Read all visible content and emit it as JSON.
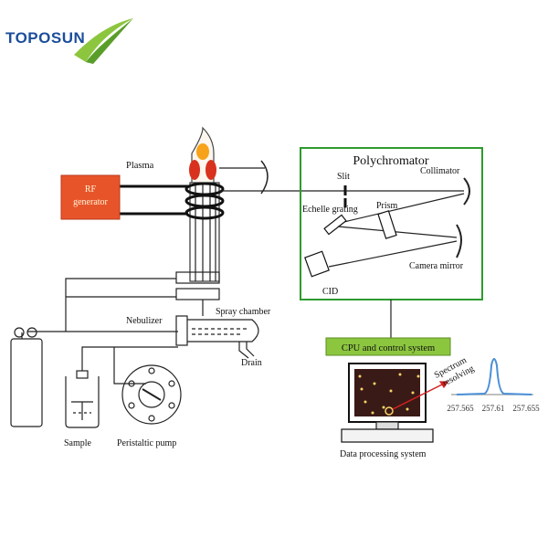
{
  "brand": {
    "name": "TOPOSUN",
    "accent": "#8cc63f",
    "text_color": "#1c4e9a"
  },
  "labels": {
    "plasma": "Plasma",
    "rf_line1": "RF",
    "rf_line2": "generator",
    "polychromator": "Polychromator",
    "slit": "Slit",
    "collimator": "Collimator",
    "echelle_grating": "Echelle grating",
    "prism": "Prism",
    "camera_mirror": "Camera mirror",
    "cid": "CID",
    "nebulizer": "Nebulizer",
    "spray_chamber": "Spray chamber",
    "drain": "Drain",
    "sample": "Sample",
    "peristaltic_pump": "Peristaltic pump",
    "cpu": "CPU and control system",
    "data_processing": "Data processing system",
    "spectrum_line1": "Spectrum",
    "spectrum_line2": "resolving"
  },
  "spectrum_ticks": [
    "257.565",
    "257.61",
    "257.655"
  ],
  "colors": {
    "rf_box": "#e8542a",
    "polychromator_border": "#2e9a2e",
    "cpu_box": "#8cc63f",
    "spectrum_peak": "#4a8fd6",
    "arrow": "#d42020",
    "flame": "#f7a21b",
    "flame_core": "#d8321e"
  }
}
